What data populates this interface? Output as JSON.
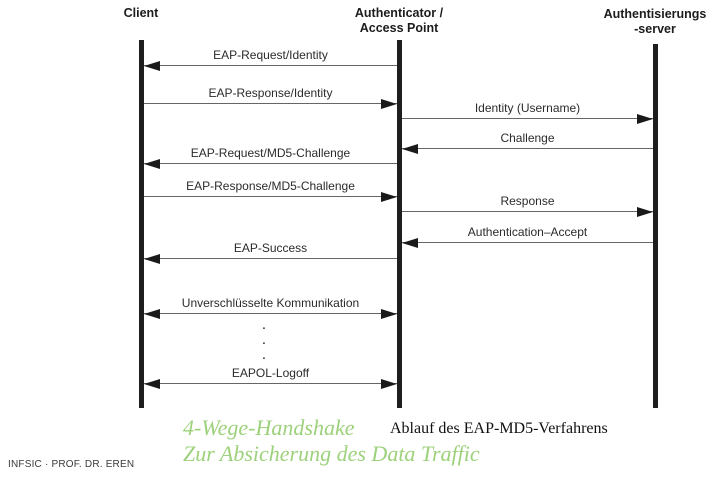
{
  "colors": {
    "accent_green": "#9dd17b",
    "arrow_line": "#666666",
    "arrowhead": "#1a1a1a",
    "text": "#2b2b2b"
  },
  "actors": [
    {
      "id": "client",
      "name": "Client"
    },
    {
      "id": "authenticator",
      "name": "Authenticator /\nAccess Point"
    },
    {
      "id": "server",
      "name": "Authentisierungs\n-server"
    }
  ],
  "messages": [
    {
      "label": "EAP-Request/Identity",
      "from": "authenticator",
      "to": "client",
      "bidirectional": false
    },
    {
      "label": "EAP-Response/Identity",
      "from": "client",
      "to": "authenticator",
      "bidirectional": false
    },
    {
      "label": "Identity (Username)",
      "from": "authenticator",
      "to": "server",
      "bidirectional": false
    },
    {
      "label": "Challenge",
      "from": "server",
      "to": "authenticator",
      "bidirectional": false
    },
    {
      "label": "EAP-Request/MD5-Challenge",
      "from": "authenticator",
      "to": "client",
      "bidirectional": false
    },
    {
      "label": "EAP-Response/MD5-Challenge",
      "from": "client",
      "to": "authenticator",
      "bidirectional": false
    },
    {
      "label": "Response",
      "from": "authenticator",
      "to": "server",
      "bidirectional": false
    },
    {
      "label": "Authentication–Accept",
      "from": "server",
      "to": "authenticator",
      "bidirectional": false
    },
    {
      "label": "EAP-Success",
      "from": "authenticator",
      "to": "client",
      "bidirectional": false
    },
    {
      "label": "Unverschlüsselte Kommunikation",
      "from": "client",
      "to": "authenticator",
      "bidirectional": true
    },
    {
      "label": "EAPOL-Logoff",
      "from": "client",
      "to": "authenticator",
      "bidirectional": true
    }
  ],
  "continuation_dots": ".\n.\n.",
  "captions": {
    "handshake_title": "4-Wege-Handshake",
    "handshake_subtitle": "Zur Absicherung des Data Traffic",
    "diagram_caption": "Ablauf des EAP-MD5-Verfahrens",
    "footer": "INFSIC · PROF. DR. EREN"
  }
}
